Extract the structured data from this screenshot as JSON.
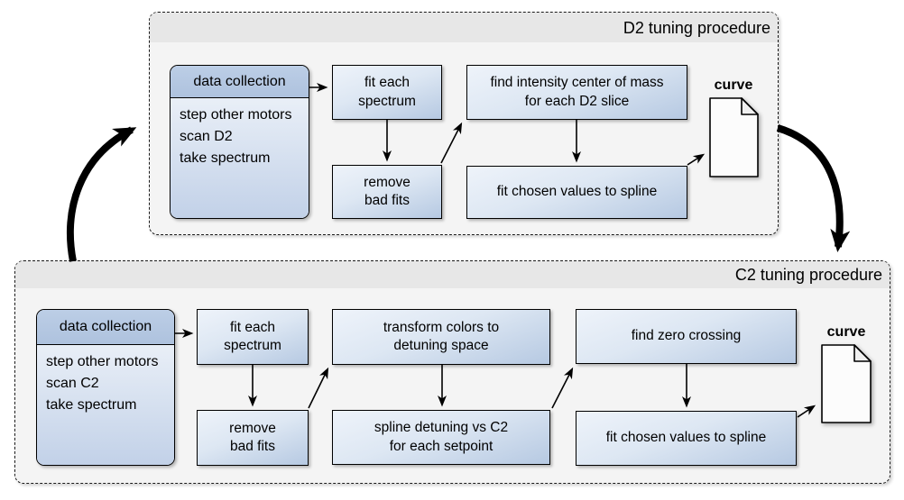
{
  "diagram": {
    "d2": {
      "title": "D2 tuning procedure",
      "collection": {
        "header": "data collection",
        "lines": "step other motors\nscan D2\ntake spectrum"
      },
      "steps": {
        "fit_each": "fit each\nspectrum",
        "remove_bad": "remove\nbad fits",
        "center_mass": "find intensity center of mass\nfor each D2 slice",
        "fit_spline": "fit chosen values to spline"
      },
      "output_label": "curve"
    },
    "c2": {
      "title": "C2 tuning procedure",
      "collection": {
        "header": "data collection",
        "lines": "step other motors\nscan C2\ntake spectrum"
      },
      "steps": {
        "fit_each": "fit each\nspectrum",
        "remove_bad": "remove\nbad fits",
        "transform": "transform colors to\ndetuning space",
        "spline_detuning": "spline detuning vs C2\nfor each setpoint",
        "zero_crossing": "find zero crossing",
        "fit_spline": "fit chosen values to spline"
      },
      "output_label": "curve"
    },
    "colors": {
      "panel_body": "#f4f4f4",
      "panel_titlebar": "#e7e7e7",
      "node_gradient_light": "#eef3fa",
      "node_gradient_dark": "#b6c9e2",
      "collection_header_fill": "#b4c7e1",
      "border": "#000000",
      "arrow": "#000000"
    }
  }
}
